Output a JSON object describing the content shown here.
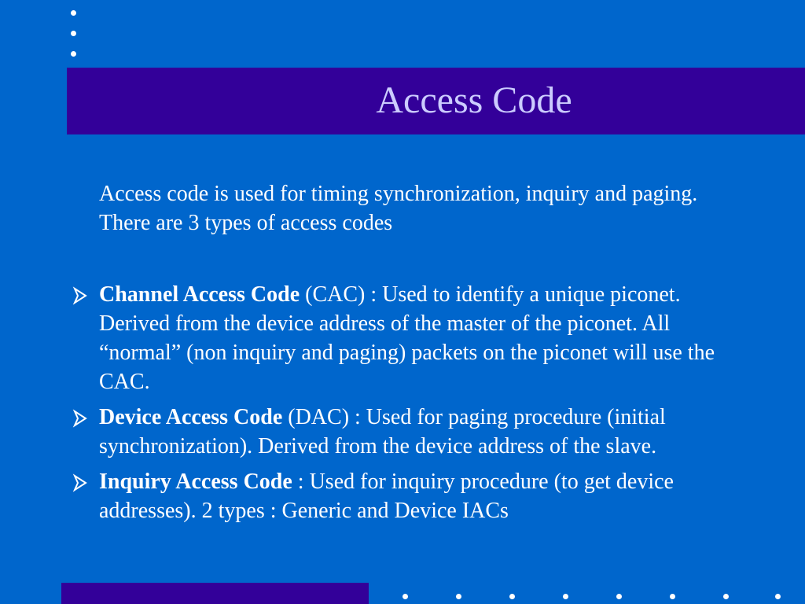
{
  "slide": {
    "title": "Access Code",
    "intro": "Access code is used for timing synchronization, inquiry and paging. There are 3 types of access codes",
    "bullets": [
      {
        "term": "Channel Access Code",
        "text": " (CAC) : Used to identify a unique piconet. Derived from the device address of the master of the piconet. All “normal” (non inquiry and paging) packets on the piconet will use the CAC."
      },
      {
        "term": "Device Access Code",
        "text": " (DAC) : Used for paging procedure (initial synchronization). Derived from the device address of the slave."
      },
      {
        "term": "Inquiry Access Code",
        "text": " : Used for inquiry procedure (to get device addresses). 2 types : Generic and Device  IACs"
      }
    ]
  },
  "colors": {
    "background": "#0066cc",
    "title_bar": "#330099",
    "title_text": "#ccccff",
    "body_text": "#ffffff"
  },
  "icons": {
    "bullet": "arrow-bullet-icon",
    "decoration": "dot-icon"
  }
}
